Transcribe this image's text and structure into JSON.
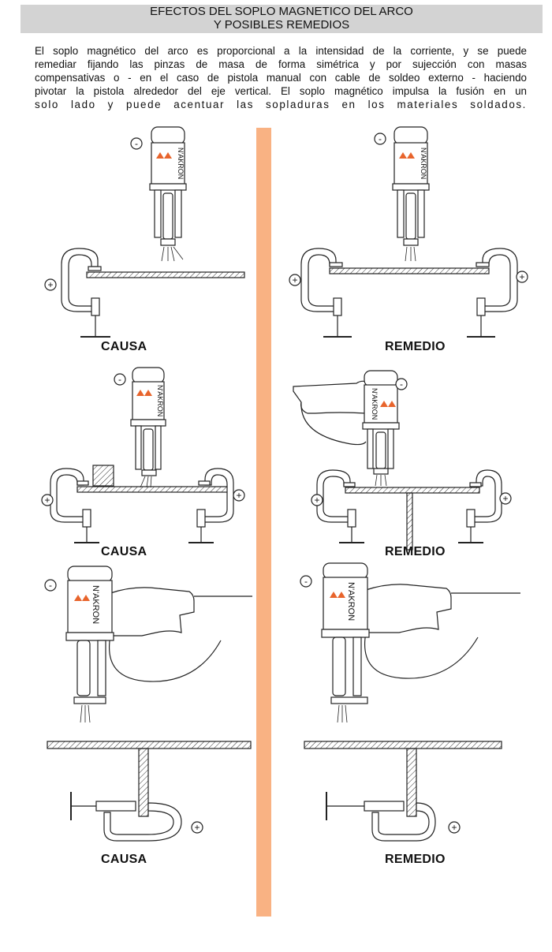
{
  "title": {
    "line1": "EFECTOS DEL SOPLO MAGNETICO DEL ARCO",
    "line2": "Y POSIBLES REMEDIOS"
  },
  "intro": {
    "line1": "El soplo magnético del arco es proporcional a la intensidad de la corriente, y se puede",
    "line2": "remediar fijando las pinzas de masa de forma simétrica y por sujección con masas",
    "line3": "compensativas o - en el caso de pistola manual con cable de soldeo externo - haciendo",
    "line4": "pivotar la pistola alrededor del eje vertical. El soplo magnético impulsa la fusión en un",
    "line5": "solo lado y puede acentuar las sopladuras en los materiales soldados."
  },
  "brand": "N'AKRON",
  "signs": {
    "minus": "-",
    "plus": "+"
  },
  "labels": {
    "row1_left": "CAUSA",
    "row1_right": "REMEDIO",
    "row2_left": "CAUSA",
    "row2_right": "REMEDIO",
    "row3_left": "CAUSA",
    "row3_right": "REMEDIO"
  },
  "colors": {
    "divider": "#f9b283",
    "logo": "#e8642c",
    "title_bar": "#d3d3d3"
  }
}
